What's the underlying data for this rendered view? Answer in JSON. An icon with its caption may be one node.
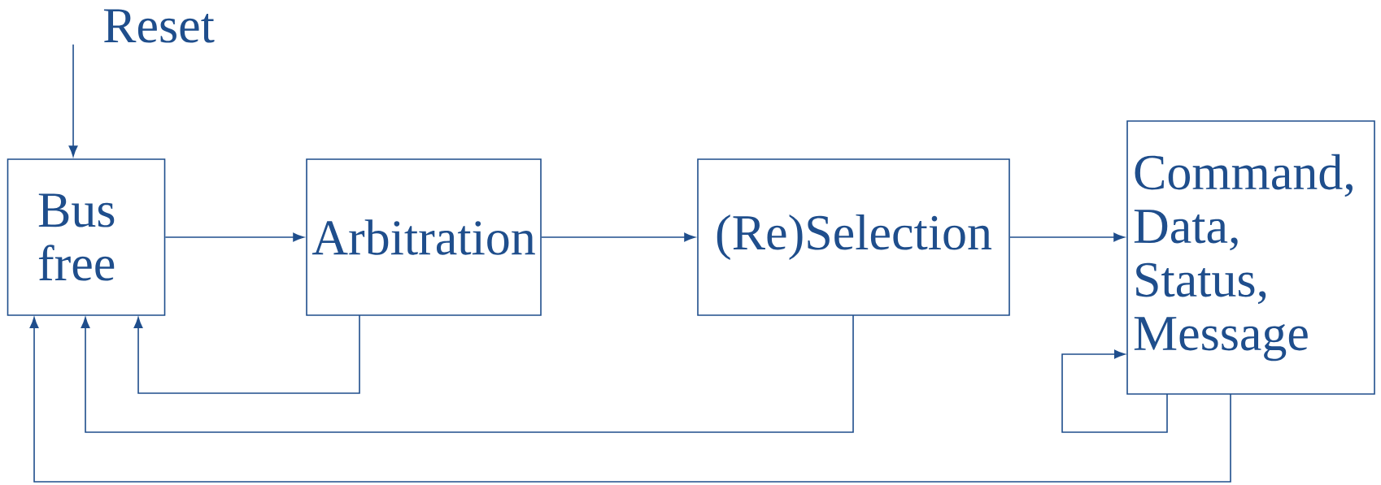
{
  "diagram": {
    "nodes": [
      {
        "text": [
          "Reset"
        ]
      },
      {
        "text": [
          "Bus free"
        ]
      },
      {
        "text": [
          "Arbitration"
        ]
      },
      {
        "text": [
          "(Re)Selection"
        ]
      },
      {
        "text": [
          "Command, Data, Status, Message"
        ]
      }
    ],
    "edges": [
      {
        "from": 0,
        "to": 1,
        "arrow": "to"
      },
      {
        "from": 1,
        "to": 2,
        "arrow": "to"
      },
      {
        "from": 2,
        "to": 3,
        "arrow": "to"
      },
      {
        "from": 3,
        "to": 4,
        "arrow": "to"
      },
      {
        "from": 2,
        "to": 1,
        "arrow": "to"
      },
      {
        "from": 3,
        "to": 1,
        "arrow": "to"
      },
      {
        "from": 4,
        "to": 1,
        "arrow": "to"
      },
      {
        "from": 4,
        "to": 4,
        "arrow": "to"
      }
    ]
  }
}
